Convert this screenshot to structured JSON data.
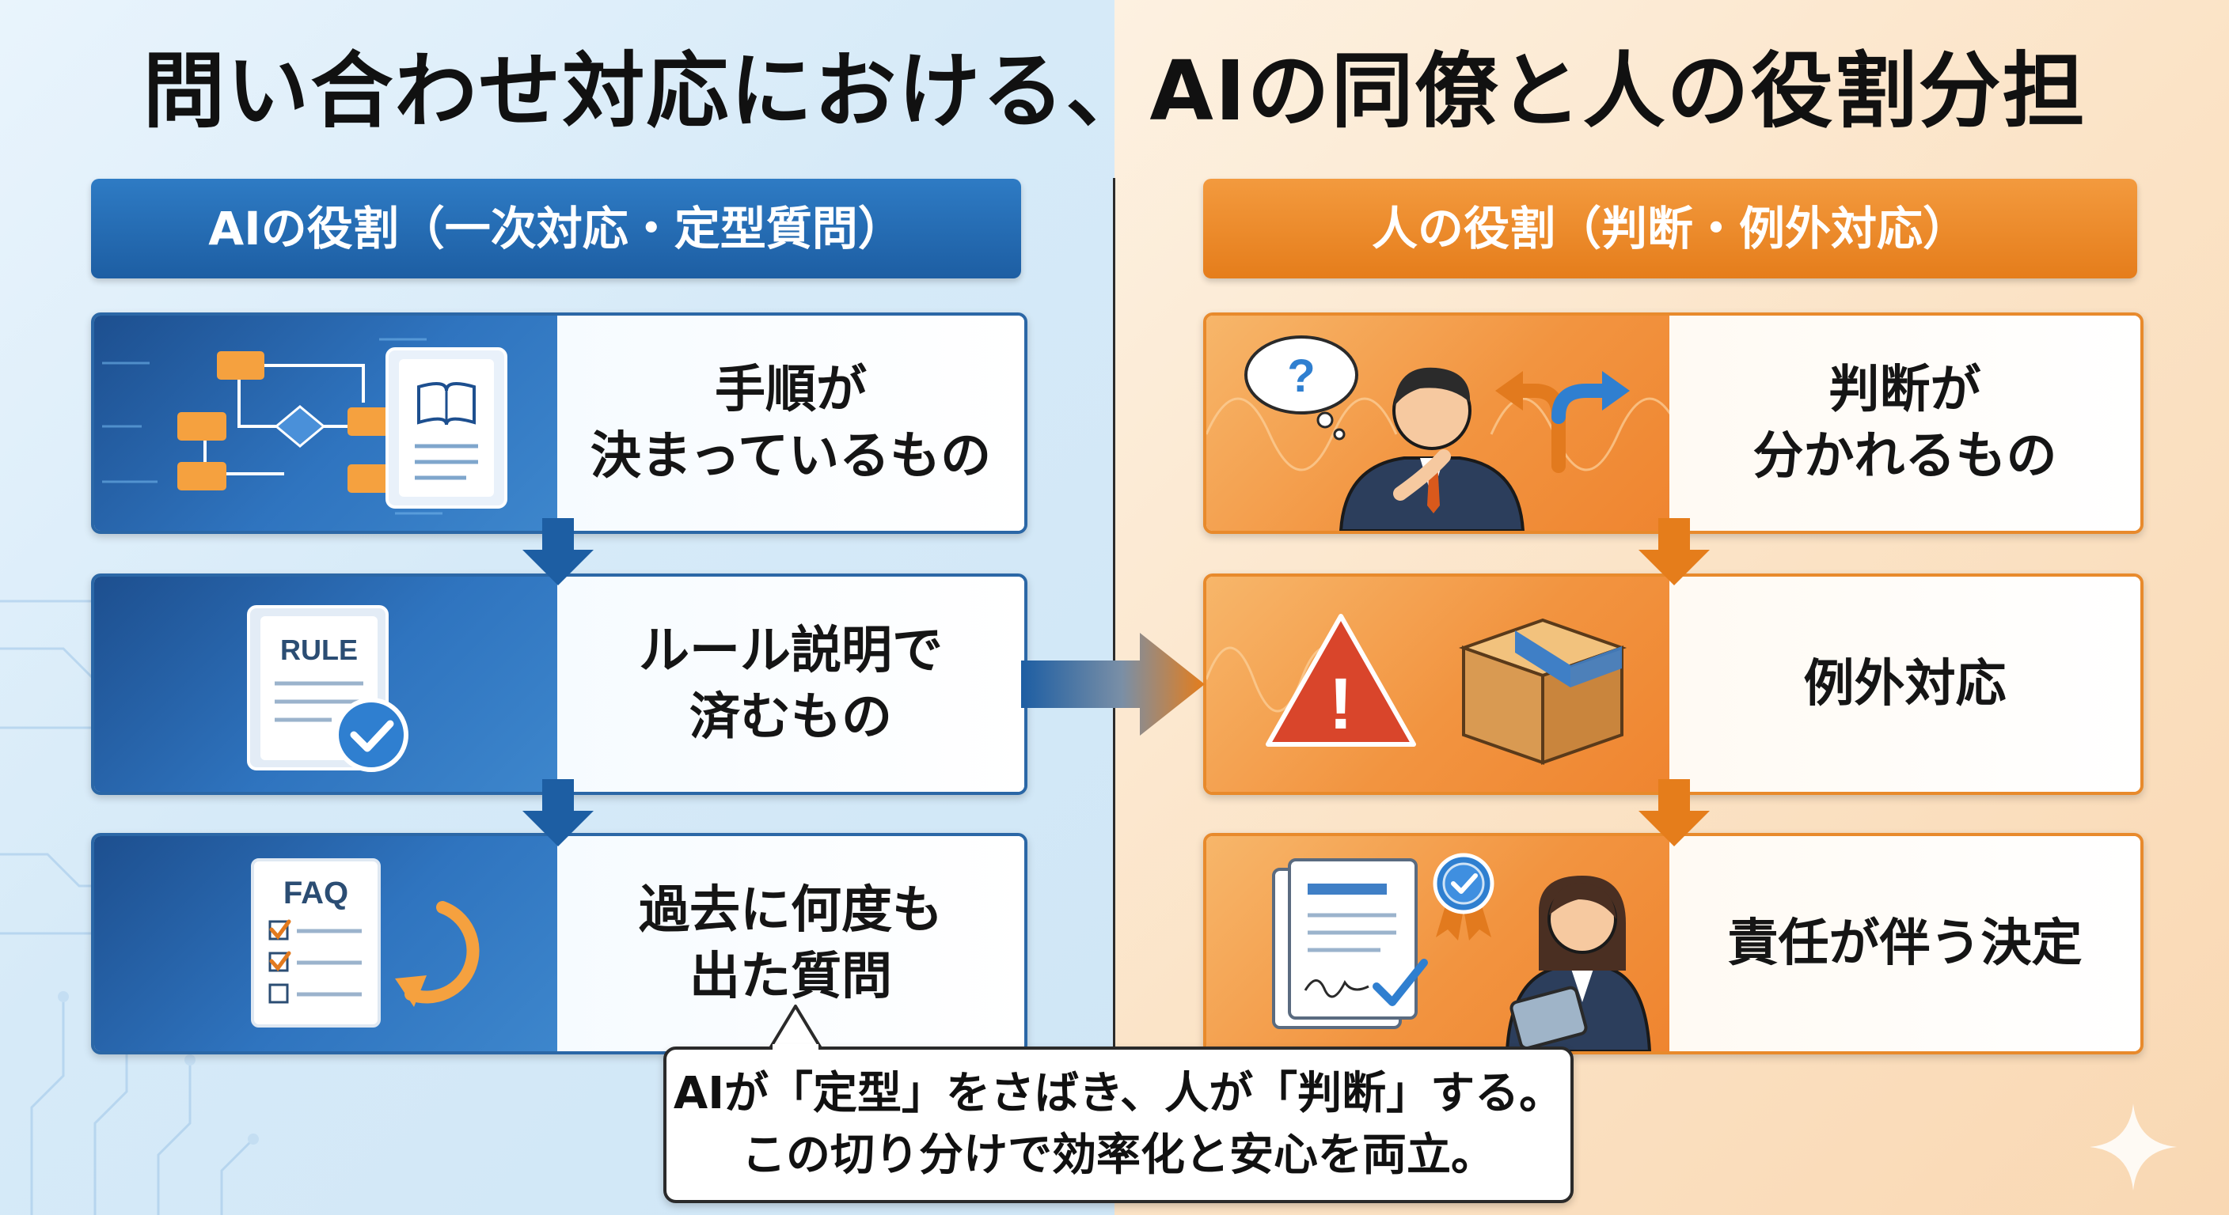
{
  "title": "問い合わせ対応における、AIの同僚と人の役割分担",
  "ai_column": {
    "header": "AIの役割（一次対応・定型質問）",
    "cards": [
      {
        "line1": "手順が",
        "line2": "決まっているもの",
        "icon": "flowchart-book-icon"
      },
      {
        "line1": "ルール説明で",
        "line2": "済むもの",
        "icon": "rule-book-check-icon",
        "icon_text": "RULE"
      },
      {
        "line1": "過去に何度も",
        "line2": "出た質問",
        "icon": "faq-checklist-icon",
        "icon_text": "FAQ"
      }
    ]
  },
  "human_column": {
    "header": "人の役割（判断・例外対応）",
    "cards": [
      {
        "line1": "判断が",
        "line2": "分かれるもの",
        "icon": "thinking-person-icon",
        "icon_text": "?"
      },
      {
        "line1": "例外対応",
        "line2": "",
        "icon": "warning-box-icon",
        "icon_text": "!"
      },
      {
        "line1": "責任が伴う決定",
        "line2": "",
        "icon": "document-signature-icon"
      }
    ]
  },
  "callout": {
    "line1": "AIが「定型」をさばき、人が「判断」する。",
    "line2": "この切り分けで効率化と安心を両立。"
  },
  "colors": {
    "ai_blue": "#1d5ea3",
    "human_orange": "#e57d1b"
  }
}
